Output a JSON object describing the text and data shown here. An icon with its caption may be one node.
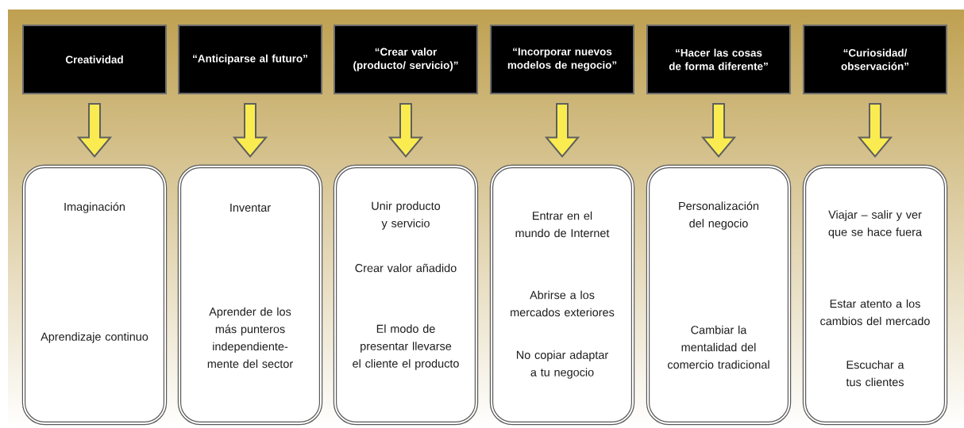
{
  "diagram": {
    "nodes": [
      {
        "text": [
          "Creatividad"
        ]
      },
      {
        "text": [
          "“Anticiparse al futuro”"
        ]
      },
      {
        "text": [
          "“Crear valor (producto/ servicio)”"
        ]
      },
      {
        "text": [
          "“Incorporar nuevos modelos de negocio”"
        ]
      },
      {
        "text": [
          "“Hacer las cosas de forma diferente”"
        ]
      },
      {
        "text": [
          "“Curiosidad/ observación”"
        ]
      },
      {
        "text": [
          "Imaginación",
          "Aprendizaje continuo"
        ]
      },
      {
        "text": [
          "Inventar",
          "Aprender de los más punteros independiente-mente del sector"
        ]
      },
      {
        "text": [
          "Unir producto y servicio",
          "Crear valor añadido",
          "El modo de presentar llevarse el cliente el producto"
        ]
      },
      {
        "text": [
          "Entrar en el mundo de Internet",
          "Abrirse a los mercados exteriores",
          "No copiar adaptar a tu negocio"
        ]
      },
      {
        "text": [
          "Personalización del negocio",
          "Cambiar la mentalidad del comercio tradicional"
        ]
      },
      {
        "text": [
          "Viajar – salir y ver que se hace fuera",
          "Estar atento a los cambios del mercado",
          "Escuchar a tus clientes"
        ]
      }
    ],
    "edges": [
      {
        "from": 0,
        "to": 6,
        "arrow": "to"
      },
      {
        "from": 1,
        "to": 7,
        "arrow": "to"
      },
      {
        "from": 2,
        "to": 8,
        "arrow": "to"
      },
      {
        "from": 3,
        "to": 9,
        "arrow": "to"
      },
      {
        "from": 4,
        "to": 10,
        "arrow": "to"
      },
      {
        "from": 5,
        "to": 11,
        "arrow": "to"
      }
    ]
  }
}
